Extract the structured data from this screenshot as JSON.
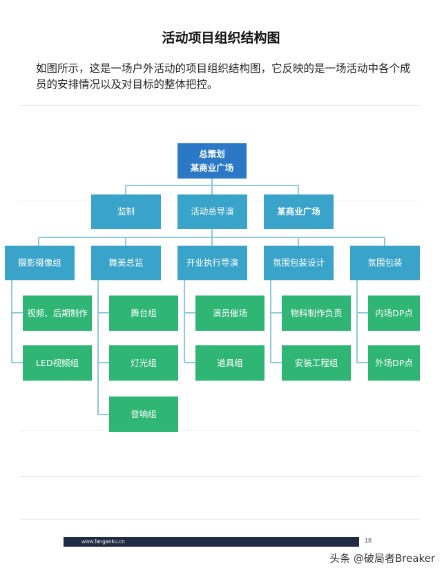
{
  "title": "活动项目组织结构图",
  "intro": "如图所示，这是一场户外活动的项目组织结构图，它反映的是一场活动中各个成员的安排情况以及对目标的整体把控。",
  "org": {
    "root": {
      "line1": "总策划",
      "line2": "某商业广场"
    },
    "level1": [
      "监制",
      "活动总导演",
      "某商业广场"
    ],
    "groups": [
      {
        "label": "摄影摄像组",
        "children": [
          "视频、后期制作",
          "LED视频组"
        ]
      },
      {
        "label": "舞美总监",
        "children": [
          "舞台组",
          "灯光组",
          "音响组"
        ]
      },
      {
        "label": "开业执行导演",
        "children": [
          "演员催场",
          "道具组"
        ]
      },
      {
        "label": "氛围包装设计",
        "children": [
          "物料制作负责",
          "安装工程组"
        ]
      },
      {
        "label": "氛围包装",
        "children": [
          "内场DP点",
          "外场DP点"
        ]
      }
    ]
  },
  "footer": {
    "url": "www.fanganku.cn",
    "page": "18"
  },
  "watermark": "头条 @破局者Breaker",
  "colors": {
    "root": "#2a78c6",
    "level": "#3aa3c9",
    "leaf": "#2fb574",
    "connector": "#8cc9dc"
  }
}
